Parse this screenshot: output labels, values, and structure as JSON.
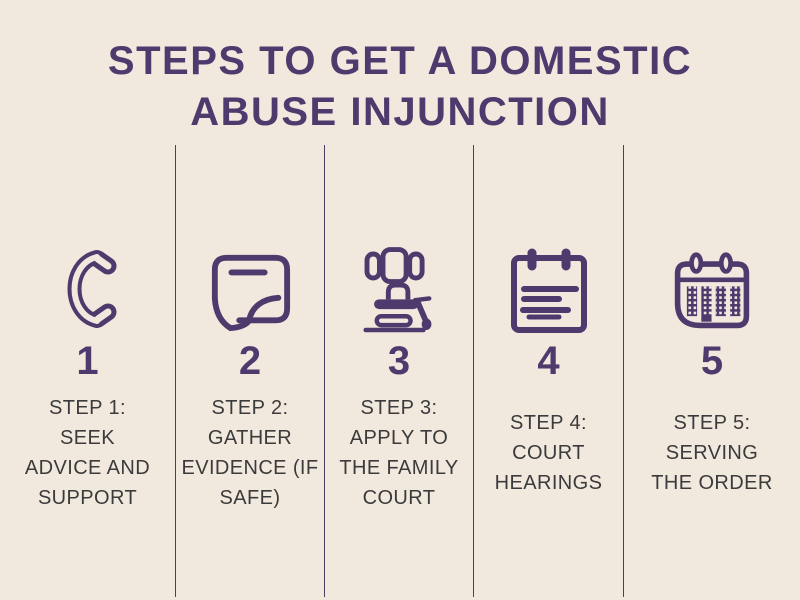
{
  "title": {
    "lines": [
      "STEPS TO GET A DOMESTIC",
      "ABUSE INJUNCTION"
    ]
  },
  "colors": {
    "background": "#f2e9de",
    "accent_purple": "#4f3a6d",
    "body_text": "#3b3b3b",
    "divider": "#4c3f66"
  },
  "steps": [
    {
      "number": "1",
      "icon": "phone-handset-icon",
      "label_lines": [
        "STEP 1:",
        "SEEK",
        "ADVICE AND",
        "SUPPORT"
      ]
    },
    {
      "number": "2",
      "icon": "speech-bubble-icon",
      "label_lines": [
        "STEP 2:",
        "GATHER",
        "EVIDENCE (IF",
        "SAFE)"
      ]
    },
    {
      "number": "3",
      "icon": "gavel-icon",
      "label_lines": [
        "STEP 3:",
        "APPLY TO",
        "THE FAMILY",
        "COURT"
      ]
    },
    {
      "number": "4",
      "icon": "notepad-icon",
      "label_lines": [
        "STEP 4:",
        "COURT",
        "HEARINGS"
      ]
    },
    {
      "number": "5",
      "icon": "calendar-icon",
      "label_lines": [
        "STEP 5:",
        "SERVING",
        "THE ORDER"
      ]
    }
  ]
}
